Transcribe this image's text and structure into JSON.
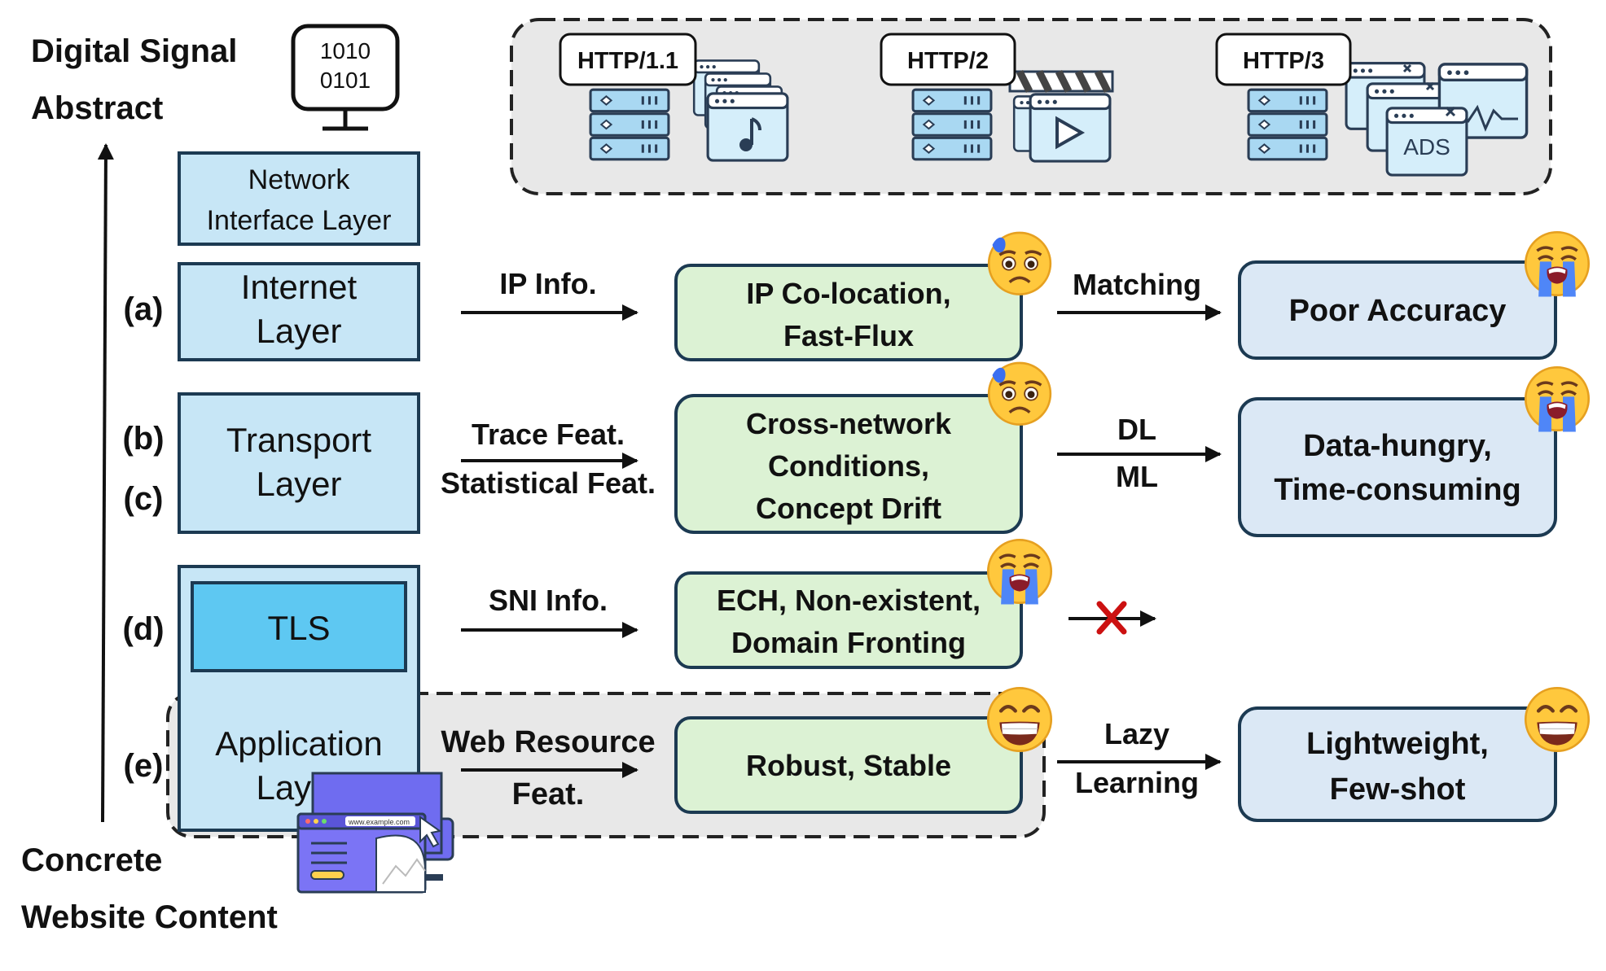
{
  "axis": {
    "top_line1": "Digital Signal",
    "top_line2": "Abstract",
    "bottom_line1": "Concrete",
    "bottom_line2": "Website Content",
    "binary_line1": "1010",
    "binary_line2": "0101"
  },
  "protocols": [
    "HTTP/1.1",
    "HTTP/2",
    "HTTP/3"
  ],
  "ads_label": "ADS",
  "url_text": "www.example.com",
  "layers": {
    "network": [
      "Network",
      "Interface Layer"
    ],
    "internet": [
      "Internet",
      "Layer"
    ],
    "transport": [
      "Transport",
      "Layer"
    ],
    "tls": "TLS",
    "application": [
      "Application",
      "Layer"
    ]
  },
  "row_labels": {
    "a": "(a)",
    "b": "(b)",
    "c": "(c)",
    "d": "(d)",
    "e": "(e)"
  },
  "features": {
    "a": [
      "IP Info."
    ],
    "bc": [
      "Trace Feat.",
      "Statistical Feat."
    ],
    "d": [
      "SNI Info."
    ],
    "e": [
      "Web Resource",
      "Feat."
    ]
  },
  "problems": {
    "a": [
      "IP Co-location,",
      "Fast-Flux"
    ],
    "bc": [
      "Cross-network",
      "Conditions,",
      "Concept Drift"
    ],
    "d": [
      "ECH, Non-existent,",
      "Domain Fronting"
    ],
    "e": [
      "Robust, Stable"
    ]
  },
  "methods": {
    "a": [
      "Matching"
    ],
    "bc": [
      "DL",
      "ML"
    ],
    "e": [
      "Lazy",
      "Learning"
    ]
  },
  "results": {
    "a": [
      "Poor Accuracy"
    ],
    "bc": [
      "Data-hungry,",
      "Time-consuming"
    ],
    "e": [
      "Lightweight,",
      "Few-shot"
    ]
  },
  "colors": {
    "layer_fill": "#c7e6f6",
    "tls_fill": "#5ec8f2",
    "box_border": "#1c3a52",
    "problem_fill": "#dcf2d4",
    "result_fill": "#dbe8f5",
    "panel_fill": "#e8e8e8",
    "emoji_yellow": "#ffc83d",
    "cross_red": "#cc1111"
  },
  "emoji": {
    "a_problem": "anxious-face-icon",
    "bc_problem": "anxious-face-icon",
    "d_problem": "crying-face-icon",
    "e_problem": "grinning-face-icon",
    "a_result": "crying-face-icon",
    "bc_result": "crying-face-icon",
    "e_result": "grinning-face-icon"
  }
}
